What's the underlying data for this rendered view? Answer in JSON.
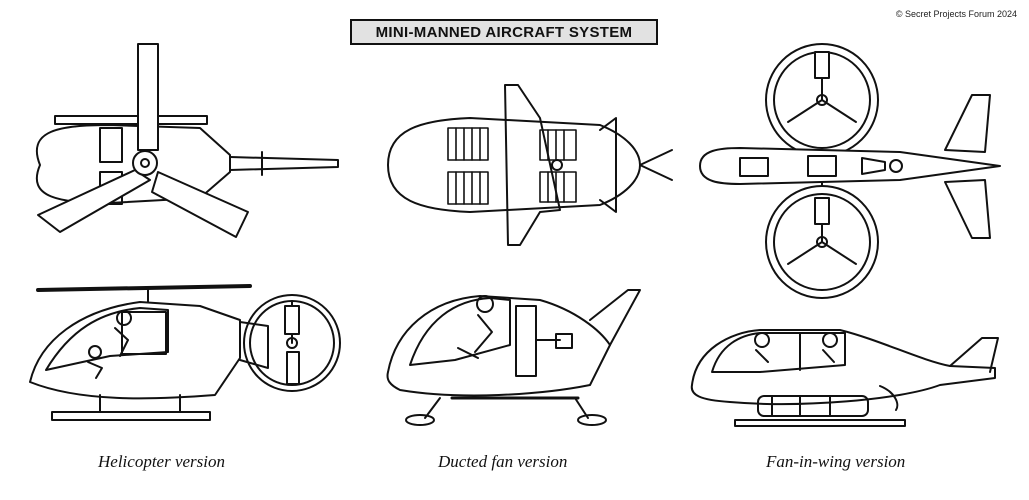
{
  "title": "MINI-MANNED AIRCRAFT SYSTEM",
  "copyright": "© Secret Projects Forum 2024",
  "captions": {
    "helicopter": "Helicopter version",
    "ducted_fan": "Ducted fan version",
    "fan_in_wing": "Fan-in-wing version"
  },
  "colors": {
    "ink": "#111111",
    "title_fill": "#e2e2e2",
    "background": "#ffffff"
  }
}
